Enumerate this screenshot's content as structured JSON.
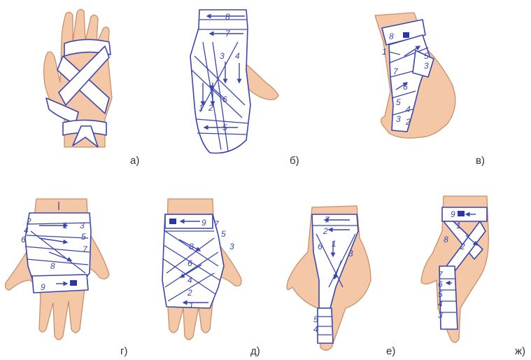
{
  "panels": [
    {
      "label": "а)",
      "numbers": []
    },
    {
      "label": "б)",
      "numbers": [
        "8",
        "7",
        "3",
        "4",
        "6",
        "1",
        "2",
        "5"
      ]
    },
    {
      "label": "в)",
      "numbers": [
        "8",
        "1",
        "5",
        "3",
        "7",
        "6",
        "5",
        "4",
        "3",
        "2"
      ]
    },
    {
      "label": "г)",
      "numbers": [
        "2",
        "4",
        "6",
        "1",
        "3",
        "5",
        "7",
        "8",
        "9"
      ]
    },
    {
      "label": "д)",
      "numbers": [
        "9",
        "7",
        "5",
        "3",
        "8",
        "6",
        "4",
        "2",
        "1"
      ]
    },
    {
      "label": "е)",
      "numbers": [
        "7",
        "2",
        "6",
        "1",
        "3",
        "5",
        "4"
      ]
    },
    {
      "label": "ж)",
      "numbers": [
        "9",
        "1",
        "8",
        "2",
        "7",
        "6",
        "5",
        "4",
        "3"
      ]
    }
  ],
  "colors": {
    "skin": "#f4c8a6",
    "bandage_outline": "#3a46b0",
    "pin": "#2b37a6"
  }
}
